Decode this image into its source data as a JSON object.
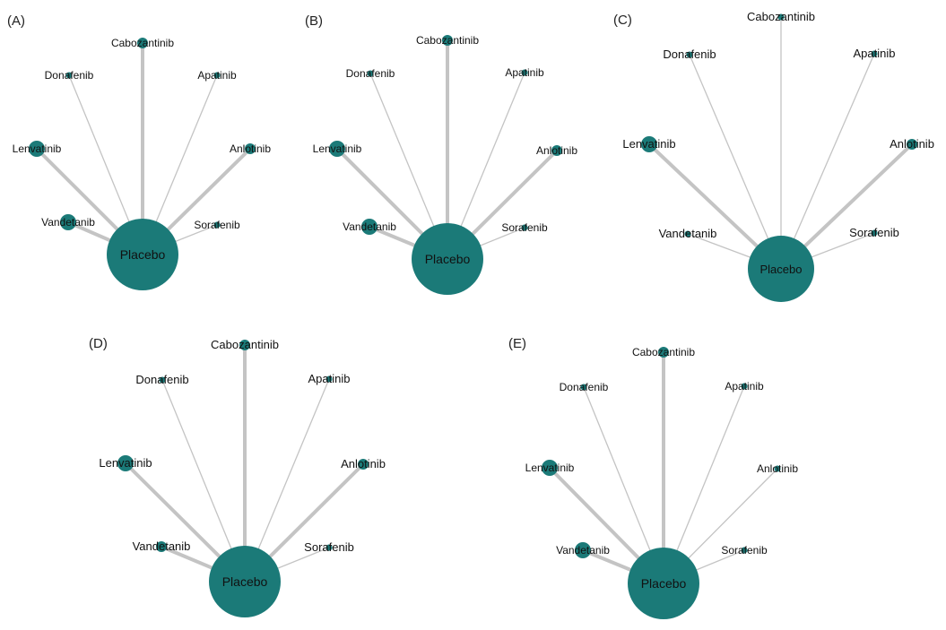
{
  "hub_node": "Placebo",
  "colors": {
    "node": "#1b7a78",
    "edge": "#c4c4c4",
    "background": "#ffffff"
  },
  "panels": [
    {
      "label": "(A)",
      "nodes": [
        {
          "name": "Cabozantinib",
          "size": "small",
          "edge": "thick"
        },
        {
          "name": "Donafenib",
          "size": "tiny",
          "edge": "thin"
        },
        {
          "name": "Apatinib",
          "size": "tiny",
          "edge": "thin"
        },
        {
          "name": "Lenvatinib",
          "size": "medium",
          "edge": "thick"
        },
        {
          "name": "Anlotinib",
          "size": "small",
          "edge": "thick"
        },
        {
          "name": "Vandetanib",
          "size": "medium",
          "edge": "thick"
        },
        {
          "name": "Sorafenib",
          "size": "tiny",
          "edge": "thin"
        }
      ]
    },
    {
      "label": "(B)",
      "nodes": [
        {
          "name": "Cabozantinib",
          "size": "small",
          "edge": "thick"
        },
        {
          "name": "Donafenib",
          "size": "tiny",
          "edge": "thin"
        },
        {
          "name": "Apatinib",
          "size": "tiny",
          "edge": "thin"
        },
        {
          "name": "Lenvatinib",
          "size": "medium",
          "edge": "thick"
        },
        {
          "name": "Anlotinib",
          "size": "small",
          "edge": "thick"
        },
        {
          "name": "Vandetanib",
          "size": "medium",
          "edge": "thick"
        },
        {
          "name": "Sorafenib",
          "size": "tiny",
          "edge": "thin"
        }
      ]
    },
    {
      "label": "(C)",
      "nodes": [
        {
          "name": "Cabozantinib",
          "size": "tiny",
          "edge": "thin"
        },
        {
          "name": "Donafenib",
          "size": "tiny",
          "edge": "thin"
        },
        {
          "name": "Apatinib",
          "size": "tiny",
          "edge": "thin"
        },
        {
          "name": "Lenvatinib",
          "size": "medium",
          "edge": "thick"
        },
        {
          "name": "Anlotinib",
          "size": "small",
          "edge": "thick"
        },
        {
          "name": "Vandetanib",
          "size": "tiny",
          "edge": "thin"
        },
        {
          "name": "Sorafenib",
          "size": "tiny",
          "edge": "thin"
        }
      ]
    },
    {
      "label": "(D)",
      "nodes": [
        {
          "name": "Cabozantinib",
          "size": "small",
          "edge": "thick"
        },
        {
          "name": "Donafenib",
          "size": "tiny",
          "edge": "thin"
        },
        {
          "name": "Apatinib",
          "size": "tiny",
          "edge": "thin"
        },
        {
          "name": "Lenvatinib",
          "size": "medium",
          "edge": "thick"
        },
        {
          "name": "Anlotinib",
          "size": "small",
          "edge": "thick"
        },
        {
          "name": "Vandetanib",
          "size": "small",
          "edge": "thick"
        },
        {
          "name": "Sorafenib",
          "size": "tiny",
          "edge": "thin"
        }
      ]
    },
    {
      "label": "(E)",
      "nodes": [
        {
          "name": "Cabozantinib",
          "size": "small",
          "edge": "thick"
        },
        {
          "name": "Donafenib",
          "size": "tiny",
          "edge": "thin"
        },
        {
          "name": "Apatinib",
          "size": "tiny",
          "edge": "thin"
        },
        {
          "name": "Lenvatinib",
          "size": "medium",
          "edge": "thick"
        },
        {
          "name": "Anlotinib",
          "size": "tiny",
          "edge": "thin"
        },
        {
          "name": "Vandetanib",
          "size": "medium",
          "edge": "thick"
        },
        {
          "name": "Sorafenib",
          "size": "tiny",
          "edge": "thin"
        }
      ]
    }
  ]
}
